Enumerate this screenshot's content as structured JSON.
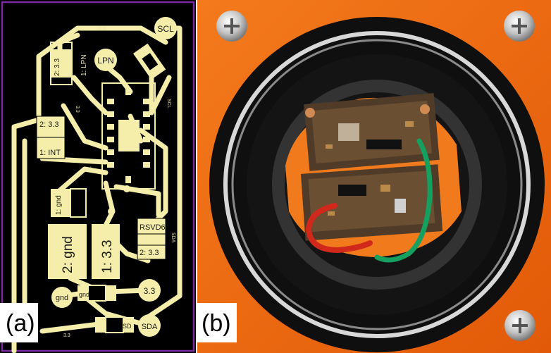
{
  "panel_a": {
    "label": "(a)",
    "pads": {
      "scl": "SCL",
      "lpn": "LPN",
      "sda": "SDA",
      "v33": "3.3",
      "gnd": "gnd"
    },
    "components": {
      "c1_top": "2: 3.3",
      "c1_bottom": "1: LPN",
      "int_top": "2: 3.3",
      "int_bottom": "1: INT",
      "gnd_small": "1: gnd",
      "big_left": "2: gnd",
      "big_right": "1: 3.3",
      "rsvd6": "RSVD6",
      "rsvd6_bottom": "2: 3.3",
      "small_gnd": "gnd",
      "small_sd": "SD"
    },
    "silk": {
      "s1": "3.3",
      "s2": "3.3",
      "s3": "gnd",
      "s4": "SDA",
      "s5": "SCL",
      "s6": "3.3"
    }
  },
  "panel_b": {
    "label": "(b)"
  },
  "colors": {
    "board": "#000000",
    "copper": "#f5eeaa",
    "outline": "#7a2aa0",
    "enclosure": "#f26a10",
    "pcb": "#5a4630"
  }
}
